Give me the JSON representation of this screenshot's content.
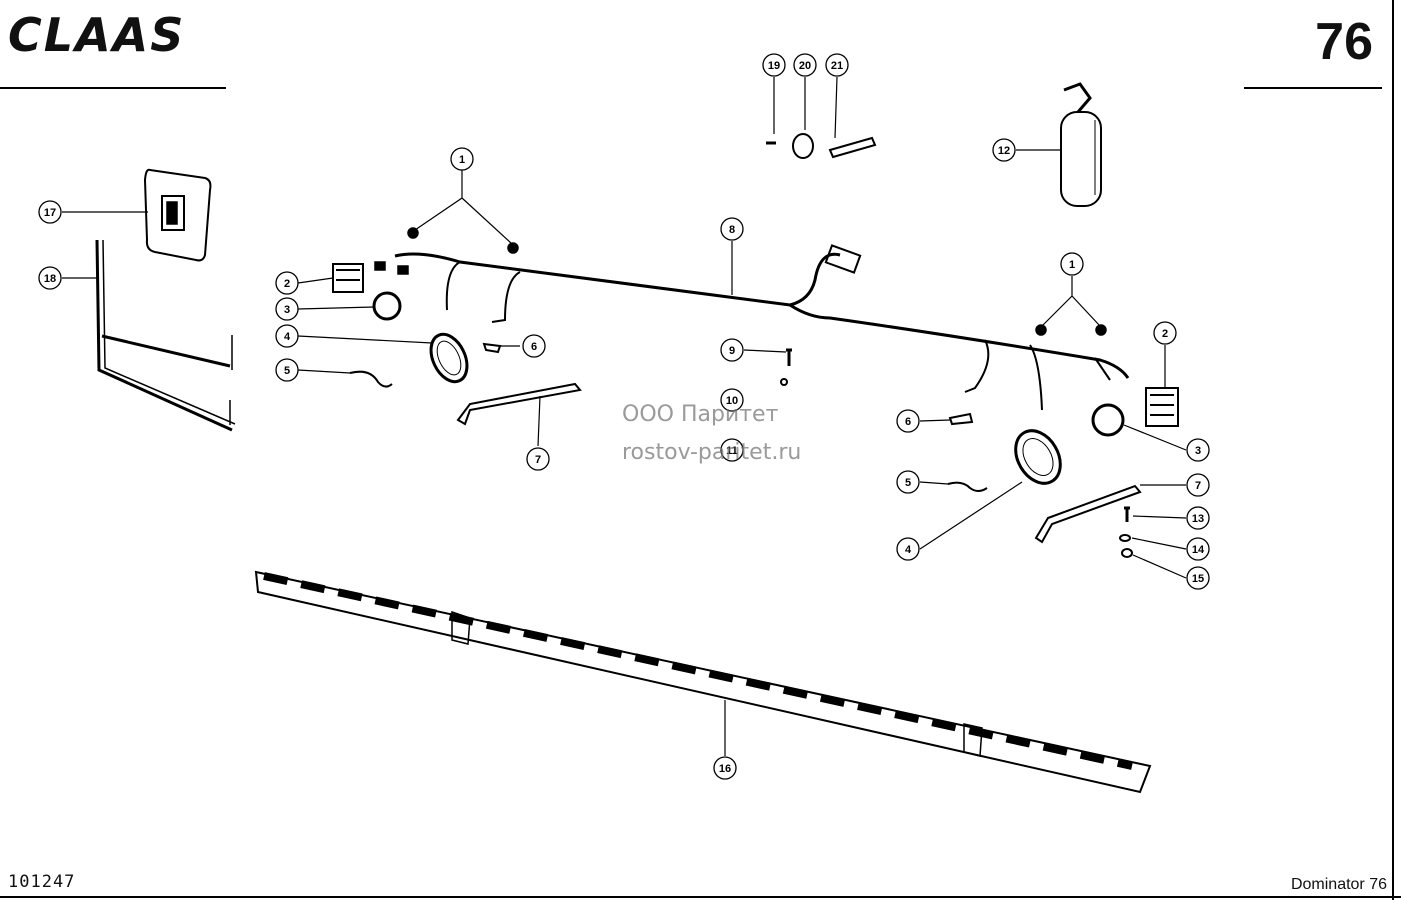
{
  "header": {
    "brand": "CLAAS",
    "page_number": "76"
  },
  "footer": {
    "document_id": "101247",
    "model": "Dominator 76"
  },
  "watermark": {
    "line1": "ООО Паритет",
    "line2": "rostov-paritet.ru"
  },
  "callouts": [
    {
      "id": "c1a",
      "label": "1"
    },
    {
      "id": "c1b",
      "label": "1"
    },
    {
      "id": "c2a",
      "label": "2"
    },
    {
      "id": "c2b",
      "label": "2"
    },
    {
      "id": "c3a",
      "label": "3"
    },
    {
      "id": "c3b",
      "label": "3"
    },
    {
      "id": "c4a",
      "label": "4"
    },
    {
      "id": "c4b",
      "label": "4"
    },
    {
      "id": "c5a",
      "label": "5"
    },
    {
      "id": "c5b",
      "label": "5"
    },
    {
      "id": "c6a",
      "label": "6"
    },
    {
      "id": "c6b",
      "label": "6"
    },
    {
      "id": "c7a",
      "label": "7"
    },
    {
      "id": "c7b",
      "label": "7"
    },
    {
      "id": "c8",
      "label": "8"
    },
    {
      "id": "c9",
      "label": "9"
    },
    {
      "id": "c10",
      "label": "10"
    },
    {
      "id": "c11",
      "label": "11"
    },
    {
      "id": "c12",
      "label": "12"
    },
    {
      "id": "c13",
      "label": "13"
    },
    {
      "id": "c14",
      "label": "14"
    },
    {
      "id": "c15",
      "label": "15"
    },
    {
      "id": "c16",
      "label": "16"
    },
    {
      "id": "c17",
      "label": "17"
    },
    {
      "id": "c18",
      "label": "18"
    },
    {
      "id": "c19",
      "label": "19"
    },
    {
      "id": "c20",
      "label": "20"
    },
    {
      "id": "c21",
      "label": "21"
    }
  ]
}
